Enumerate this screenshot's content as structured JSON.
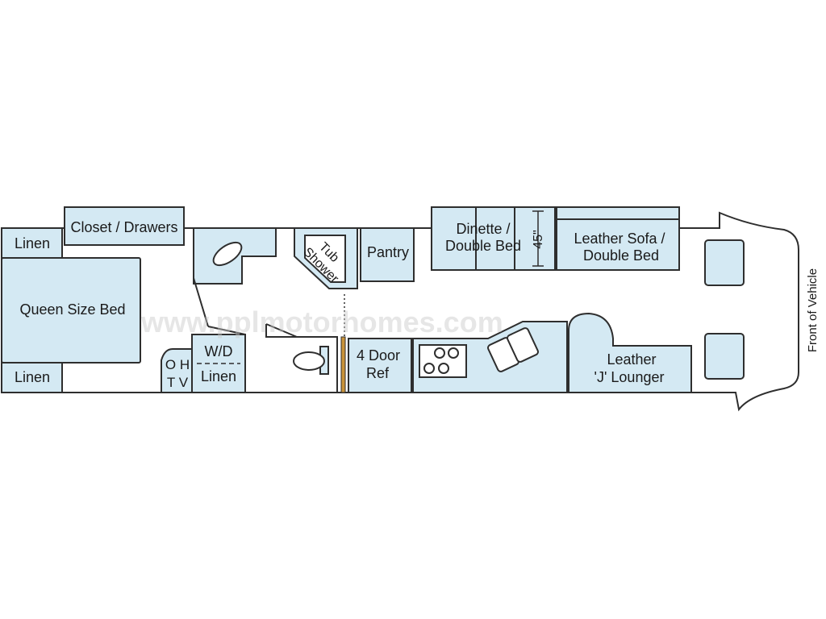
{
  "colors": {
    "room_fill": "#d4e9f3",
    "outline": "#2e2e2e",
    "door_accent": "#c9933a",
    "watermark": "#c8c8c8"
  },
  "watermark": "www.pplmotorhomes.com",
  "labels": {
    "closet_drawers": "Closet / Drawers",
    "linen_top": "Linen",
    "linen_bottom": "Linen",
    "queen_bed": "Queen Size Bed",
    "oh_tv_1": "O H",
    "oh_tv_2": "T V",
    "wd_1": "W/D",
    "wd_2": "Linen",
    "tub_1": "Tub",
    "tub_2": "Shower",
    "pantry": "Pantry",
    "ref_1": "4 Door",
    "ref_2": "Ref",
    "dinette_1": "Dinette /",
    "dinette_2": "Double Bed",
    "dim_45": "45\"",
    "sofa_1": "Leather Sofa /",
    "sofa_2": "Double Bed",
    "lounger_1": "Leather",
    "lounger_2": "'J' Lounger",
    "front": "Front of Vehicle"
  }
}
